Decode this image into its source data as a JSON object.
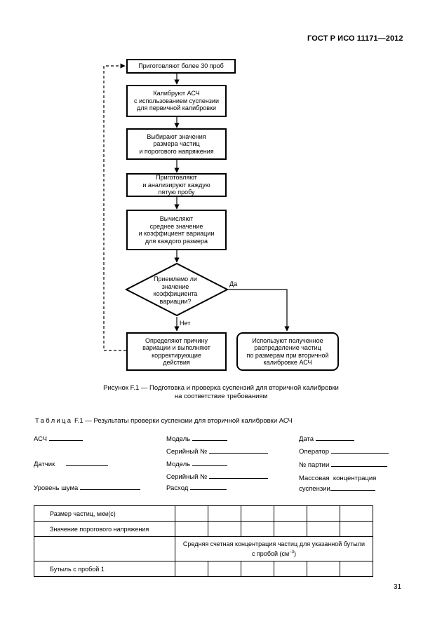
{
  "header": {
    "doc_code": "ГОСТ Р ИСО 11171—2012"
  },
  "flowchart": {
    "steps": [
      "Приготовляют более 30 проб",
      "Калибруют АСЧ\nс использованием суспензии\nдля первичной калибровки",
      "Выбирают значения\nразмера частиц\nи порогового напряжения",
      "Приготовляют\nи анализируют каждую\nпятую пробу",
      "Вычисляют\nсреднее значение\nи коэффициент  вариации\nдля каждого размера"
    ],
    "decision": "Приемлемо ли\nзначение\nкоэффициента\nвариации?",
    "yes_label": "Да",
    "no_label": "Нет",
    "corrective": "Определяют причину\nвариации и выполняют\nкорректирующие\nдействия",
    "result": "Используют полученное\nраспределение частиц\nпо размерам при вторичной\nкалибровке АСЧ"
  },
  "figure_caption": "Рисунок F.1 — Подготовка и проверка суспензий для вторичной калибровки\nна соответствие требованиям",
  "table_title": {
    "prefix": "Таблица",
    "text": " F.1 — Результаты проверки суспензии для вторичной калибровки АСЧ"
  },
  "fields": {
    "asch": "АСЧ",
    "model1": "Модель",
    "date": "Дата",
    "serial1": "Серийный №",
    "operator": "Оператор",
    "sensor": "Датчик",
    "model2": "Модель",
    "batch": "№ партии",
    "serial2": "Серийный №",
    "mass_conc_1": "Массовая  концентрация",
    "noise": "Уровень шума",
    "flow": "Расход",
    "mass_conc_2": "суспензии"
  },
  "table": {
    "row1": "Размер частиц, мкм(c)",
    "row2": "Значение порогового напряжения",
    "span_text_1": "Средняя счетная концентрация частиц для указанной бутыли",
    "span_text_2": "с пробой (см",
    "span_sup": "−3",
    "span_text_3": ")",
    "row4": "Бутыль с пробой 1"
  },
  "page_number": "31"
}
